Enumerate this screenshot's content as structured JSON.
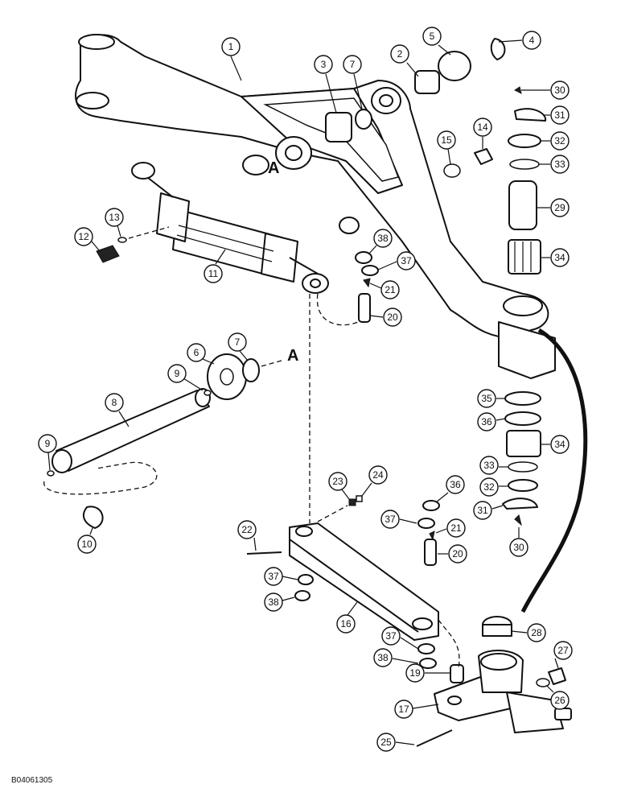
{
  "figure_id": "B04061305",
  "reference_letters": [
    "A",
    "A"
  ],
  "callouts": [
    "1",
    "2",
    "3",
    "7",
    "5",
    "4",
    "30",
    "31",
    "32",
    "14",
    "15",
    "33",
    "29",
    "13",
    "12",
    "38",
    "11",
    "37",
    "21",
    "34",
    "20",
    "7",
    "6",
    "9",
    "8",
    "9",
    "35",
    "36",
    "34",
    "33",
    "32",
    "31",
    "30",
    "10",
    "23",
    "24",
    "36",
    "22",
    "37",
    "21",
    "20",
    "37",
    "38",
    "16",
    "28",
    "37",
    "38",
    "19",
    "27",
    "26",
    "17",
    "25"
  ]
}
